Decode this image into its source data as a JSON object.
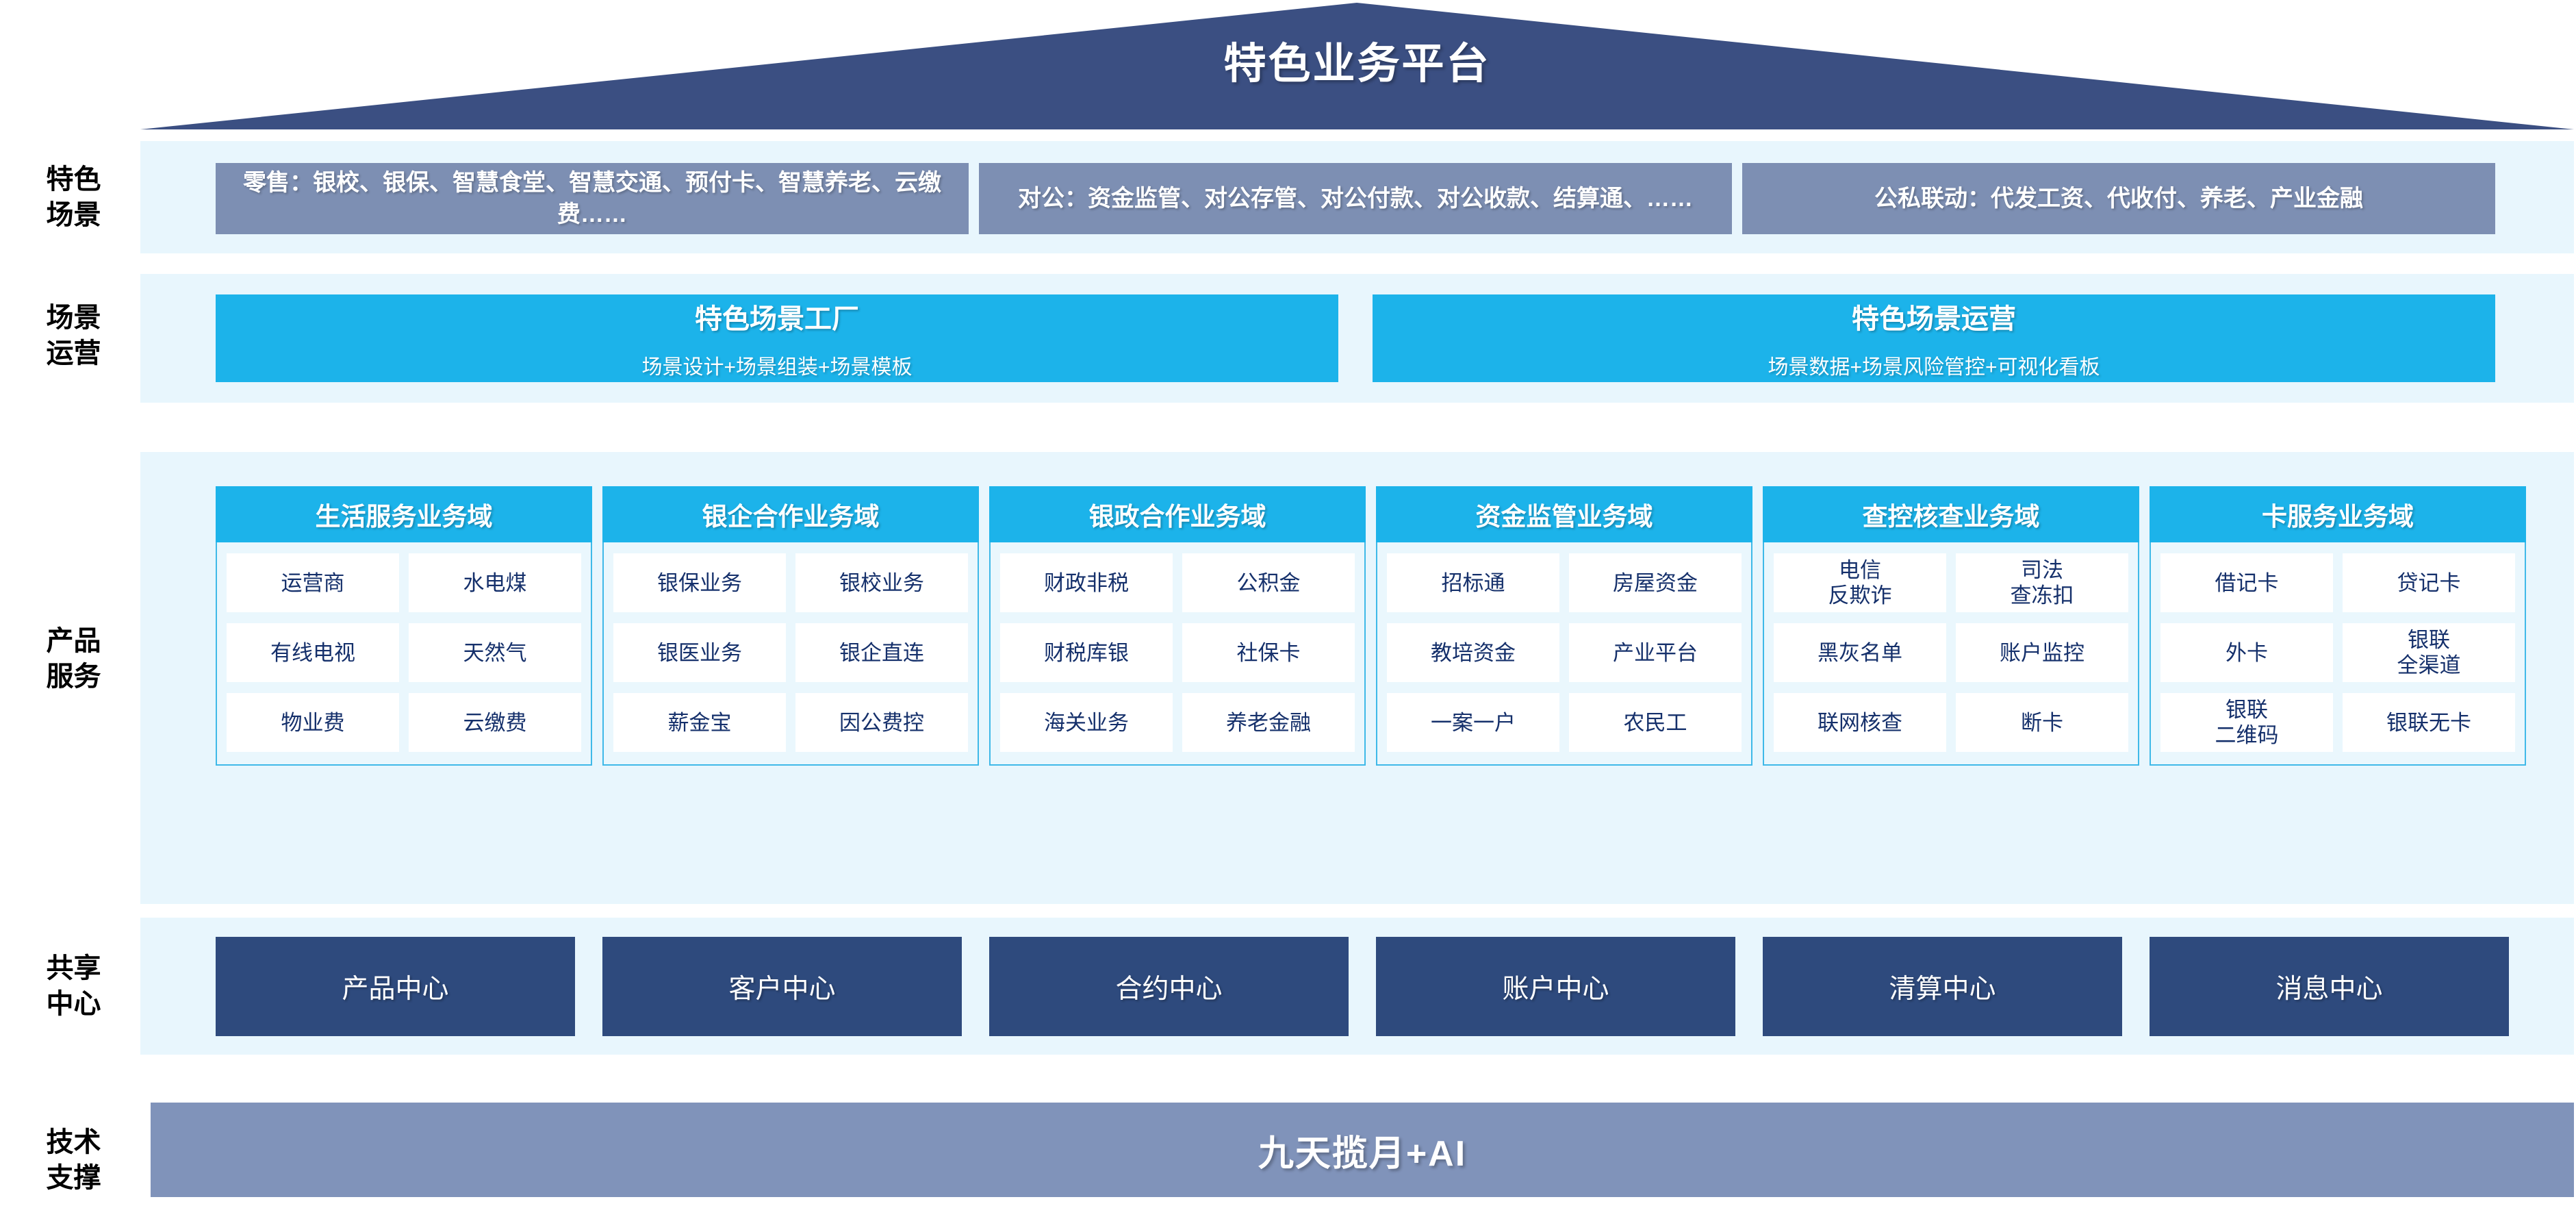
{
  "header": {
    "title": "特色业务平台",
    "roof_color": "#3b4f82"
  },
  "row_labels": {
    "scenes": "特色\n场景",
    "operations": "场景\n运营",
    "products": "产品\n服务",
    "shared": "共享\n中心",
    "tech": "技术\n支撑"
  },
  "scenes": {
    "items": [
      {
        "text": "零售：银校、银保、智慧食堂、智慧交通、预付卡、智慧养老、云缴费……"
      },
      {
        "text": "对公：资金监管、对公存管、对公付款、对公收款、结算通、……"
      },
      {
        "text": "公私联动：代发工资、代收付、养老、产业金融"
      }
    ],
    "box_color": "#7d8fb3"
  },
  "operations": {
    "items": [
      {
        "title": "特色场景工厂",
        "subtitle": "场景设计+场景组装+场景模板"
      },
      {
        "title": "特色场景运营",
        "subtitle": "场景数据+场景风险管控+可视化看板"
      }
    ],
    "box_color": "#1cb3ea"
  },
  "domains": {
    "header_color": "#1cb3ea",
    "body_color": "#eaf7fd",
    "border_color": "#3fb9e8",
    "tile_text_color": "#15306b",
    "columns": [
      {
        "title": "生活服务业务域",
        "rows": [
          [
            "运营商",
            "水电煤"
          ],
          [
            "有线电视",
            "天然气"
          ],
          [
            "物业费",
            "云缴费"
          ]
        ]
      },
      {
        "title": "银企合作业务域",
        "rows": [
          [
            "银保业务",
            "银校业务"
          ],
          [
            "银医业务",
            "银企直连"
          ],
          [
            "薪金宝",
            "因公费控"
          ]
        ]
      },
      {
        "title": "银政合作业务域",
        "rows": [
          [
            "财政非税",
            "公积金"
          ],
          [
            "财税库银",
            "社保卡"
          ],
          [
            "海关业务",
            "养老金融"
          ]
        ]
      },
      {
        "title": "资金监管业务域",
        "rows": [
          [
            "招标通",
            "房屋资金"
          ],
          [
            "教培资金",
            "产业平台"
          ],
          [
            "一案一户",
            "农民工"
          ]
        ]
      },
      {
        "title": "查控核查业务域",
        "rows": [
          [
            "电信\n反欺诈",
            "司法\n查冻扣"
          ],
          [
            "黑灰名单",
            "账户监控"
          ],
          [
            "联网核查",
            "断卡"
          ]
        ]
      },
      {
        "title": "卡服务业务域",
        "rows": [
          [
            "借记卡",
            "贷记卡"
          ],
          [
            "外卡",
            "银联\n全渠道"
          ],
          [
            "银联\n二维码",
            "银联无卡"
          ]
        ]
      }
    ]
  },
  "shared_centers": {
    "items": [
      "产品中心",
      "客户中心",
      "合约中心",
      "账户中心",
      "清算中心",
      "消息中心"
    ],
    "box_color": "#2e4a7d"
  },
  "tech_support": {
    "label": "九天揽月+AI",
    "bar_color": "#8093ba"
  },
  "band_color": "#e8f6fd"
}
